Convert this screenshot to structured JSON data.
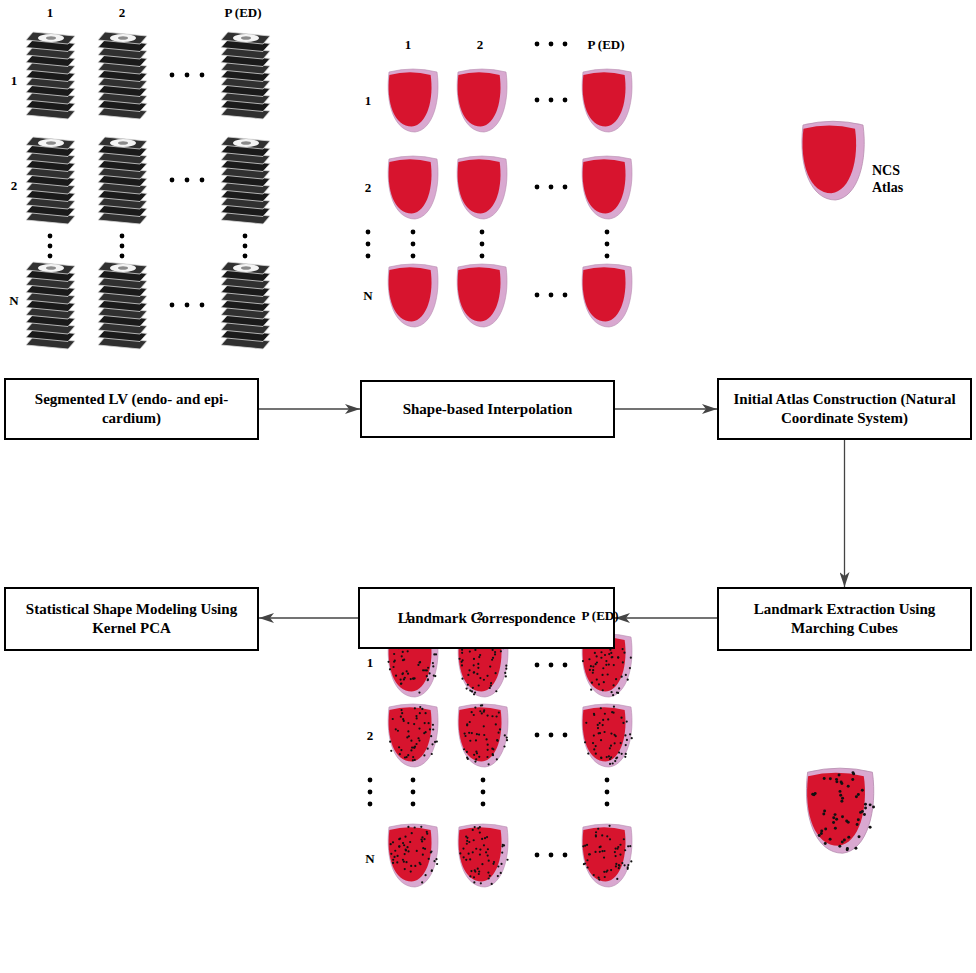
{
  "diagram": {
    "nodes": [
      {
        "text": [
          "Segmented LV (endo- and epi-cardium)"
        ]
      },
      {
        "text": [
          "Shape-based Interpolation"
        ]
      },
      {
        "text": [
          "Initial Atlas Construction (Natural Coordinate System)"
        ]
      },
      {
        "text": [
          "Statistical Shape Modeling Using Kernel PCA"
        ]
      },
      {
        "text": [
          "Landmark Correspondence"
        ]
      },
      {
        "text": [
          "Landmark Extraction Using Marching Cubes"
        ]
      }
    ],
    "edges": [
      {
        "from": 0,
        "to": 1,
        "arrow": "to"
      },
      {
        "from": 1,
        "to": 2,
        "arrow": "to"
      },
      {
        "from": 2,
        "to": 5,
        "arrow": "to"
      },
      {
        "from": 5,
        "to": 4,
        "arrow": "to"
      },
      {
        "from": 4,
        "to": 3,
        "arrow": "to"
      }
    ],
    "labels": [
      "1",
      "2",
      "P (ED)",
      "1",
      "2",
      "N",
      "1",
      "2",
      "P (ED)",
      "1",
      "2",
      "N",
      "NCS Atlas",
      "1",
      "2",
      "P (ED)",
      "1",
      "2",
      "N"
    ]
  }
}
